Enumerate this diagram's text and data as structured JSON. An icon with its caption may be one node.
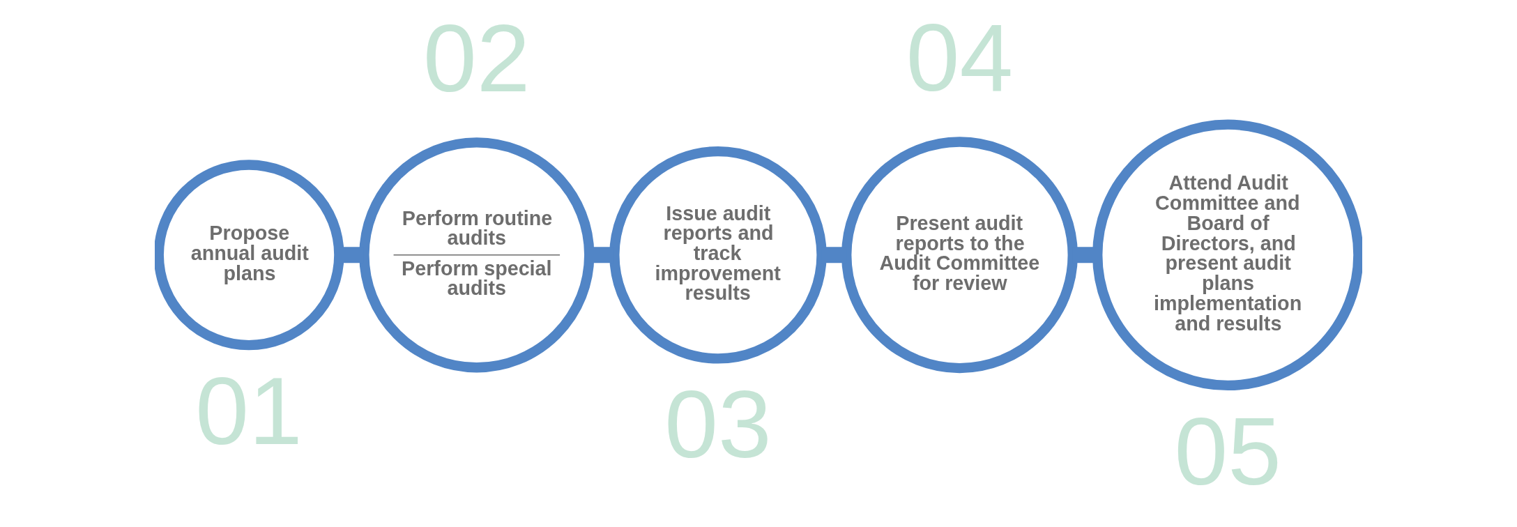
{
  "diagram": {
    "nodes": [
      {
        "text": [
          "Propose annual audit plans"
        ],
        "beside": [
          "01"
        ]
      },
      {
        "text": [
          "Perform routine audits",
          "Perform special audits"
        ],
        "beside": [
          "02"
        ]
      },
      {
        "text": [
          "Issue audit reports and track improvement results"
        ],
        "beside": [
          "03"
        ]
      },
      {
        "text": [
          "Present audit reports to the Audit Committee for review"
        ],
        "beside": [
          "04"
        ]
      },
      {
        "text": [
          "Attend Audit Committee and Board of Directors, and present audit plans implementation and results"
        ],
        "beside": [
          "05"
        ]
      }
    ],
    "edges": [
      {
        "from": 0,
        "to": 1,
        "arrow": "none"
      },
      {
        "from": 1,
        "to": 2,
        "arrow": "none"
      },
      {
        "from": 2,
        "to": 3,
        "arrow": "none"
      },
      {
        "from": 3,
        "to": 4,
        "arrow": "none"
      }
    ]
  }
}
